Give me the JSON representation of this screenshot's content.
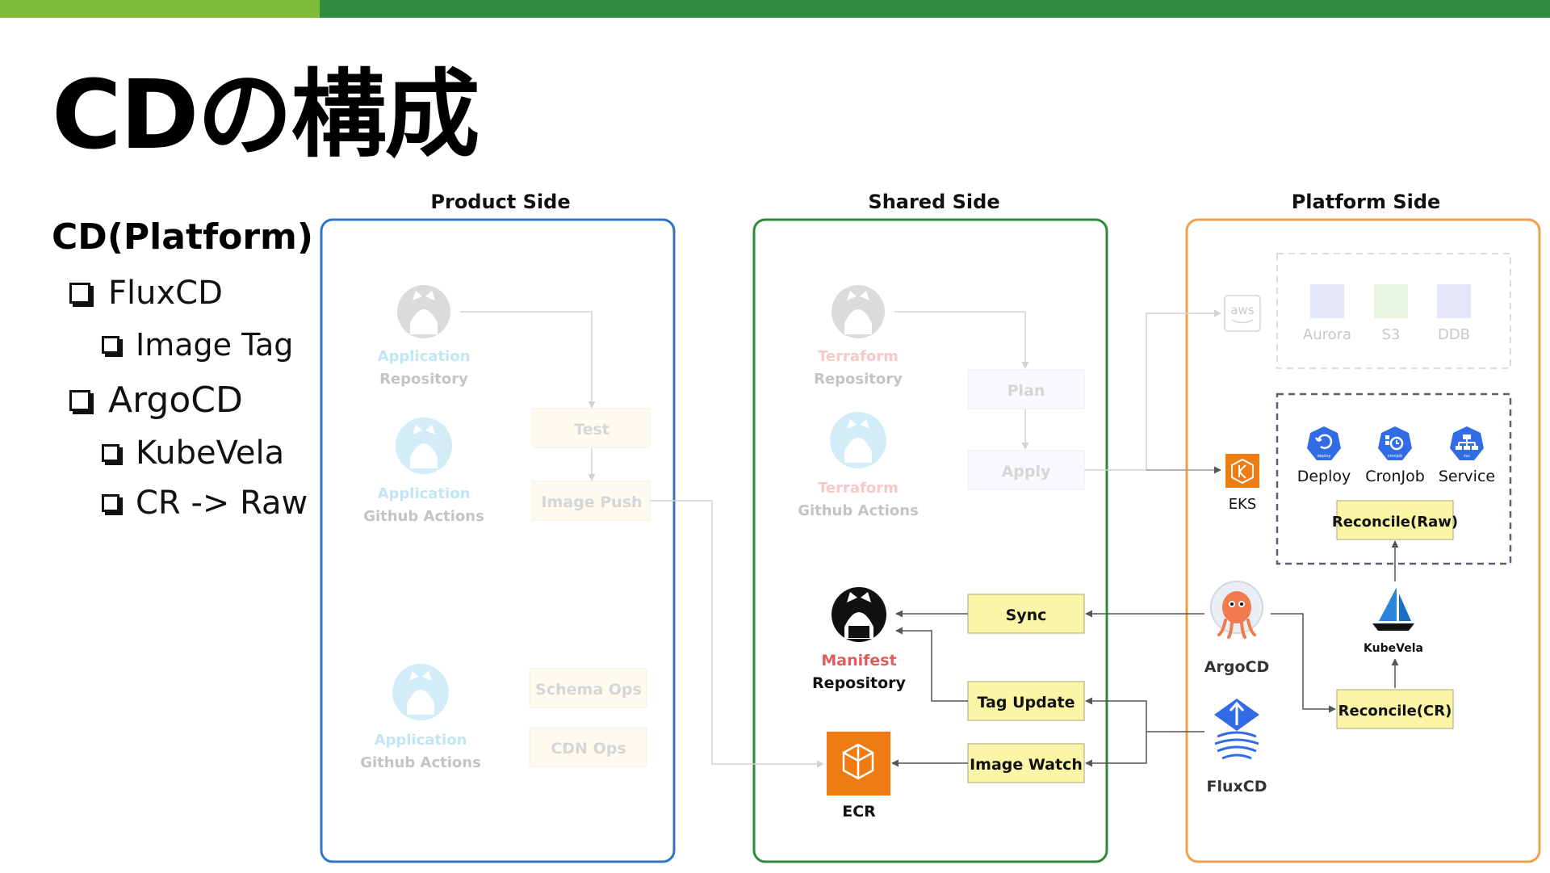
{
  "title": "CDの構成",
  "sidebar": {
    "heading": "CD(Platform)",
    "items": [
      {
        "label": "FluxCD",
        "level": 1
      },
      {
        "label": "Image Tag",
        "level": 2
      },
      {
        "label": "ArgoCD",
        "level": 1
      },
      {
        "label": "KubeVela",
        "level": 2
      },
      {
        "label": "CR -> Raw",
        "level": 2
      }
    ]
  },
  "columns": {
    "product": {
      "title": "Product Side",
      "color": "#2f74c7"
    },
    "shared": {
      "title": "Shared Side",
      "color": "#2c8b37"
    },
    "platform": {
      "title": "Platform Side",
      "color": "#f0a04b"
    }
  },
  "product": {
    "app_repo": {
      "line1": "Application",
      "line2": "Repository"
    },
    "app_actions_1": {
      "line1": "Application",
      "line2": "Github Actions"
    },
    "app_actions_2": {
      "line1": "Application",
      "line2": "Github Actions"
    },
    "test": "Test",
    "image_push": "Image Push",
    "schema_ops": "Schema Ops",
    "cdn_ops": "CDN Ops"
  },
  "shared": {
    "tf_repo": {
      "line1": "Terraform",
      "line2": "Repository"
    },
    "tf_actions": {
      "line1": "Terraform",
      "line2": "Github Actions"
    },
    "plan": "Plan",
    "apply": "Apply",
    "manifest_repo": {
      "line1": "Manifest",
      "line2": "Repository"
    },
    "sync": "Sync",
    "tag_update": "Tag Update",
    "image_watch": "Image Watch",
    "ecr": "ECR"
  },
  "platform": {
    "aws": "aws",
    "aurora": "Aurora",
    "s3": "S3",
    "ddb": "DDB",
    "eks": "EKS",
    "deploy": "Deploy",
    "deploy_badge": "deploy",
    "cronjob": "CronJob",
    "cronjob_badge": "cronjob",
    "service": "Service",
    "service_badge": "svc",
    "reconcile_raw": "Reconcile(Raw)",
    "kubevela": "KubeVela",
    "argocd": "ArgoCD",
    "reconcile_cr": "Reconcile(CR)",
    "fluxcd": "FluxCD"
  },
  "colors": {
    "yellow_box": "#fbf5a6",
    "faded": "#c4c4c4",
    "manifest_red": "#e05b5b",
    "terraform_faded": "#f4b2b2",
    "app_faded": "#a6dcef",
    "k8s_blue": "#326ce5",
    "ecr_orange": "#ef7b13",
    "argo_orange": "#ef7b4d",
    "flux_blue": "#316ce6"
  },
  "icons": [
    "github-icon",
    "github-actions-icon",
    "aws-icon",
    "eks-icon",
    "ecr-icon",
    "argocd-icon",
    "fluxcd-icon",
    "kubevela-icon",
    "k8s-deploy-icon",
    "k8s-cronjob-icon",
    "k8s-service-icon"
  ]
}
